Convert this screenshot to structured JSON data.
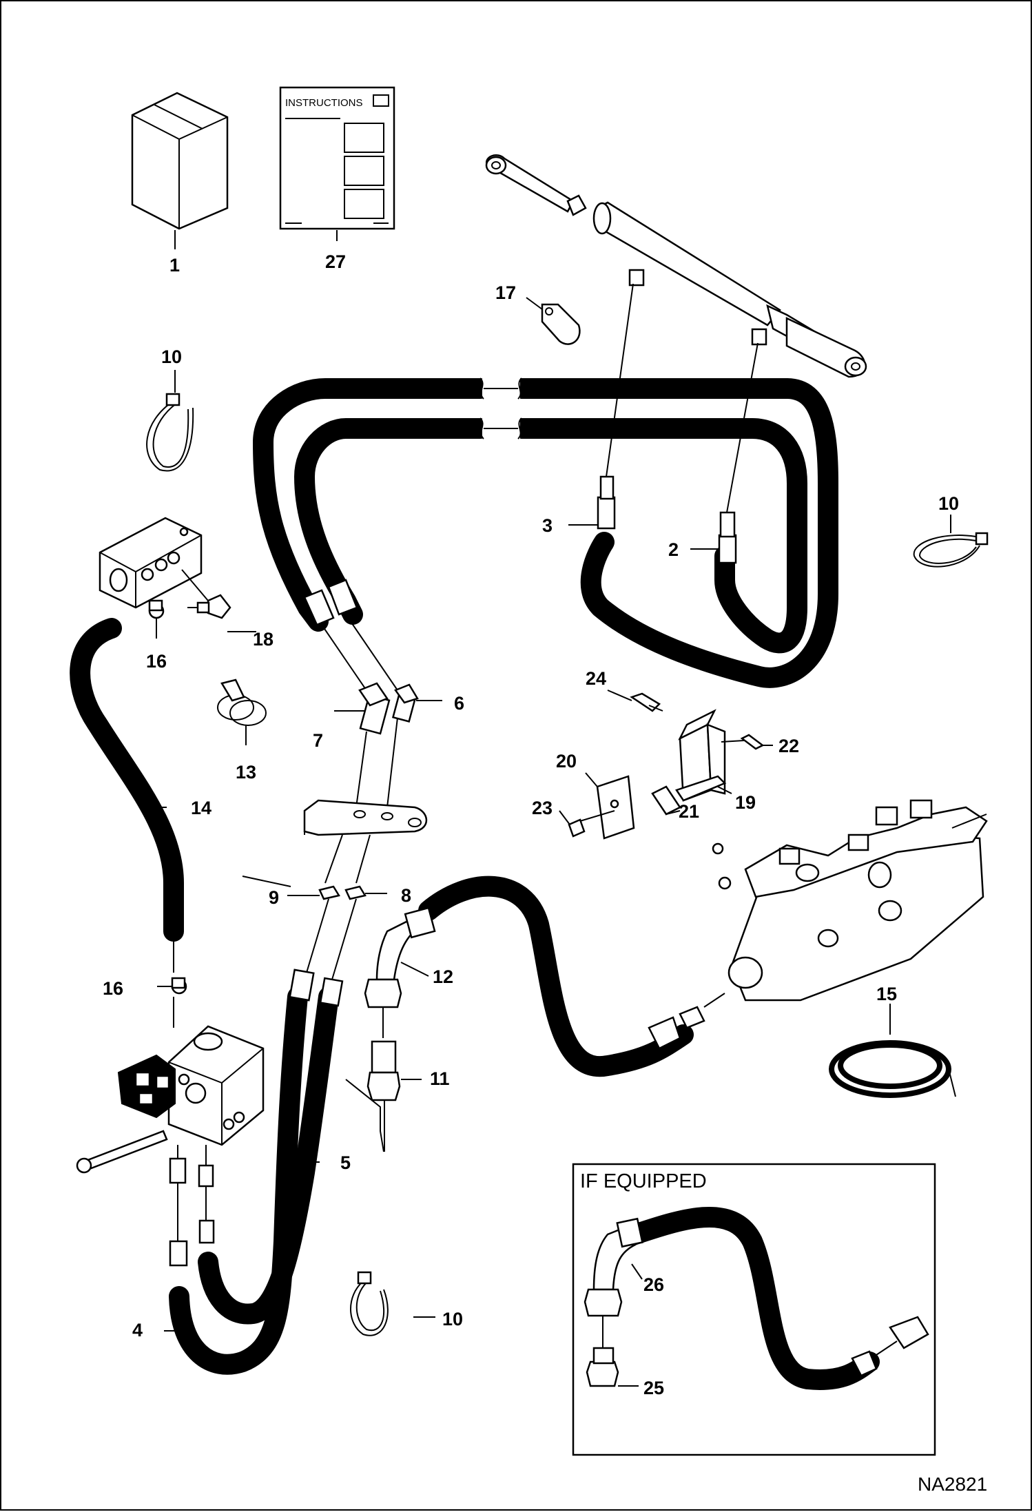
{
  "diagram": {
    "drawing_code": "NA2821",
    "instructions_text": "INSTRUCTIONS",
    "if_equipped_title": "IF EQUIPPED",
    "callouts": {
      "c1": "1",
      "c27": "27",
      "c17": "17",
      "c10a": "10",
      "c10b": "10",
      "c10c": "10",
      "c3": "3",
      "c2": "2",
      "c18": "18",
      "c16a": "16",
      "c16b": "16",
      "c6": "6",
      "c7": "7",
      "c13": "13",
      "c24": "24",
      "c22": "22",
      "c20": "20",
      "c19": "19",
      "c21": "21",
      "c23": "23",
      "c14": "14",
      "c9": "9",
      "c8": "8",
      "c12": "12",
      "c11": "11",
      "c15": "15",
      "c5": "5",
      "c4": "4",
      "c26": "26",
      "c25": "25"
    }
  }
}
